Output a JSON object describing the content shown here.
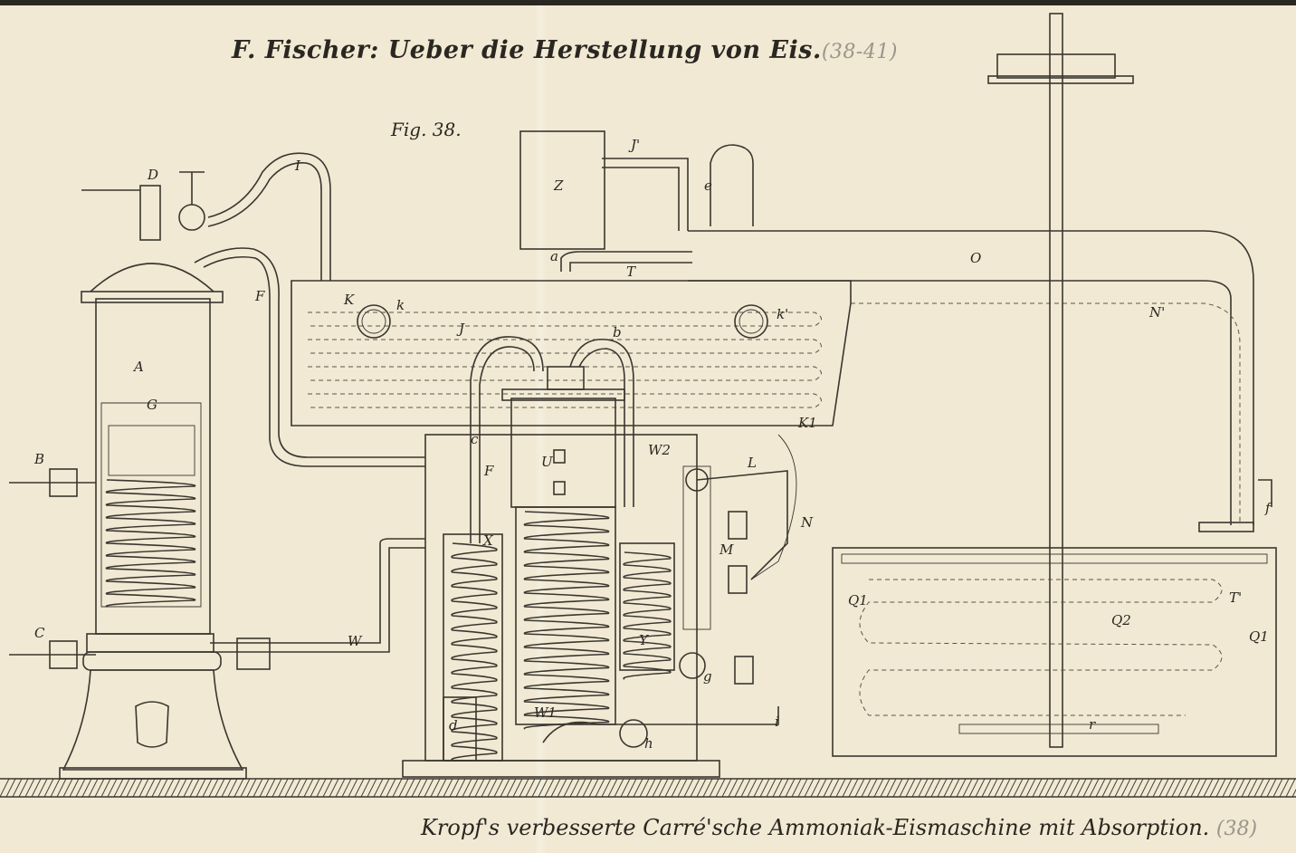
{
  "header": {
    "title": "F. Fischer: Ueber die Herstellung von Eis.",
    "title_ref": "(38-41)",
    "figure": "Fig. 38."
  },
  "caption": {
    "text": "Kropf's verbesserte Carré'sche Ammoniak-Eismaschine mit Absorption.",
    "ref": "(38)"
  },
  "labels": [
    "D",
    "I",
    "J'",
    "e",
    "Z",
    "a",
    "T",
    "O",
    "F",
    "K",
    "k",
    "k'",
    "N'",
    "J",
    "b",
    "A",
    "G",
    "B",
    "c",
    "F",
    "U",
    "W2",
    "K1",
    "L",
    "X",
    "M",
    "N",
    "f",
    "C",
    "W",
    "Y",
    "g",
    "Q1",
    "Q2",
    "T'",
    "Q1",
    "d",
    "W1",
    "h",
    "i",
    "r"
  ]
}
